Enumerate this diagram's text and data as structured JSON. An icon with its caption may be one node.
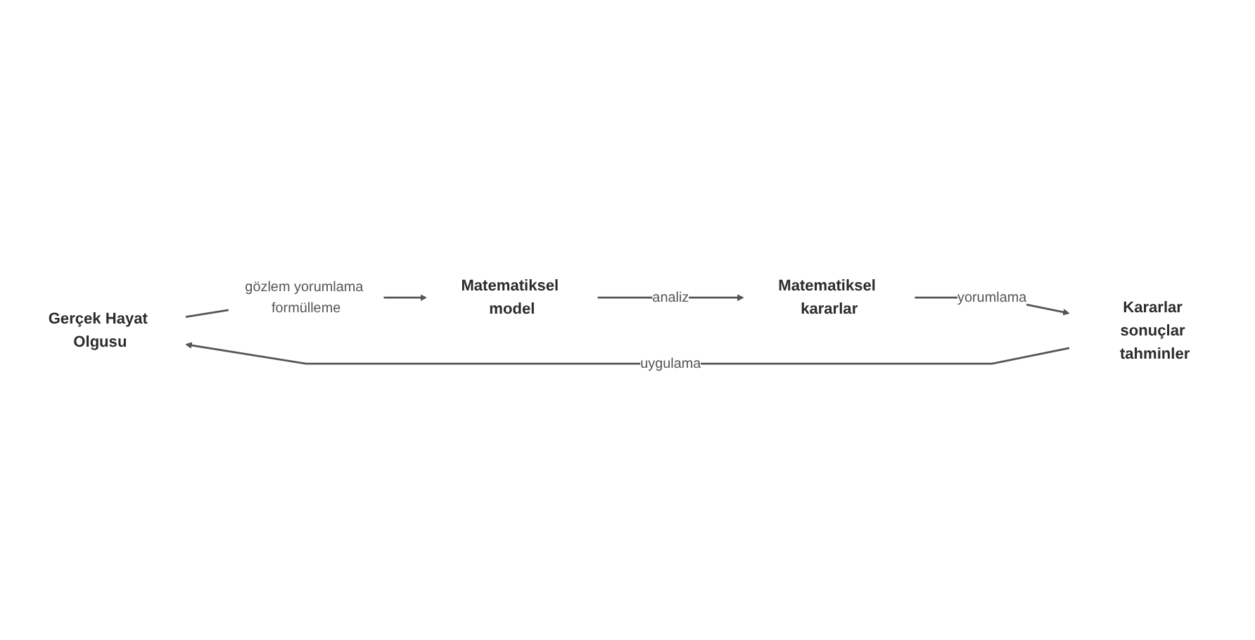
{
  "diagram": {
    "nodes": [
      {
        "text": [
          "Gerçek Hayat Olgusu"
        ]
      },
      {
        "text": [
          "Matematiksel model"
        ]
      },
      {
        "text": [
          "Matematiksel kararlar"
        ]
      },
      {
        "text": [
          "Kararlar sonuçlar tahminler"
        ]
      }
    ],
    "edges": [
      {
        "from": 0,
        "to": 1,
        "arrow": "to",
        "label": "gözlem yorumlama formülleme"
      },
      {
        "from": 1,
        "to": 2,
        "arrow": "to",
        "label": "analiz"
      },
      {
        "from": 2,
        "to": 3,
        "arrow": "to",
        "label": "yorumlama"
      },
      {
        "from": 3,
        "to": 0,
        "arrow": "to",
        "label": "uygulama"
      }
    ]
  }
}
